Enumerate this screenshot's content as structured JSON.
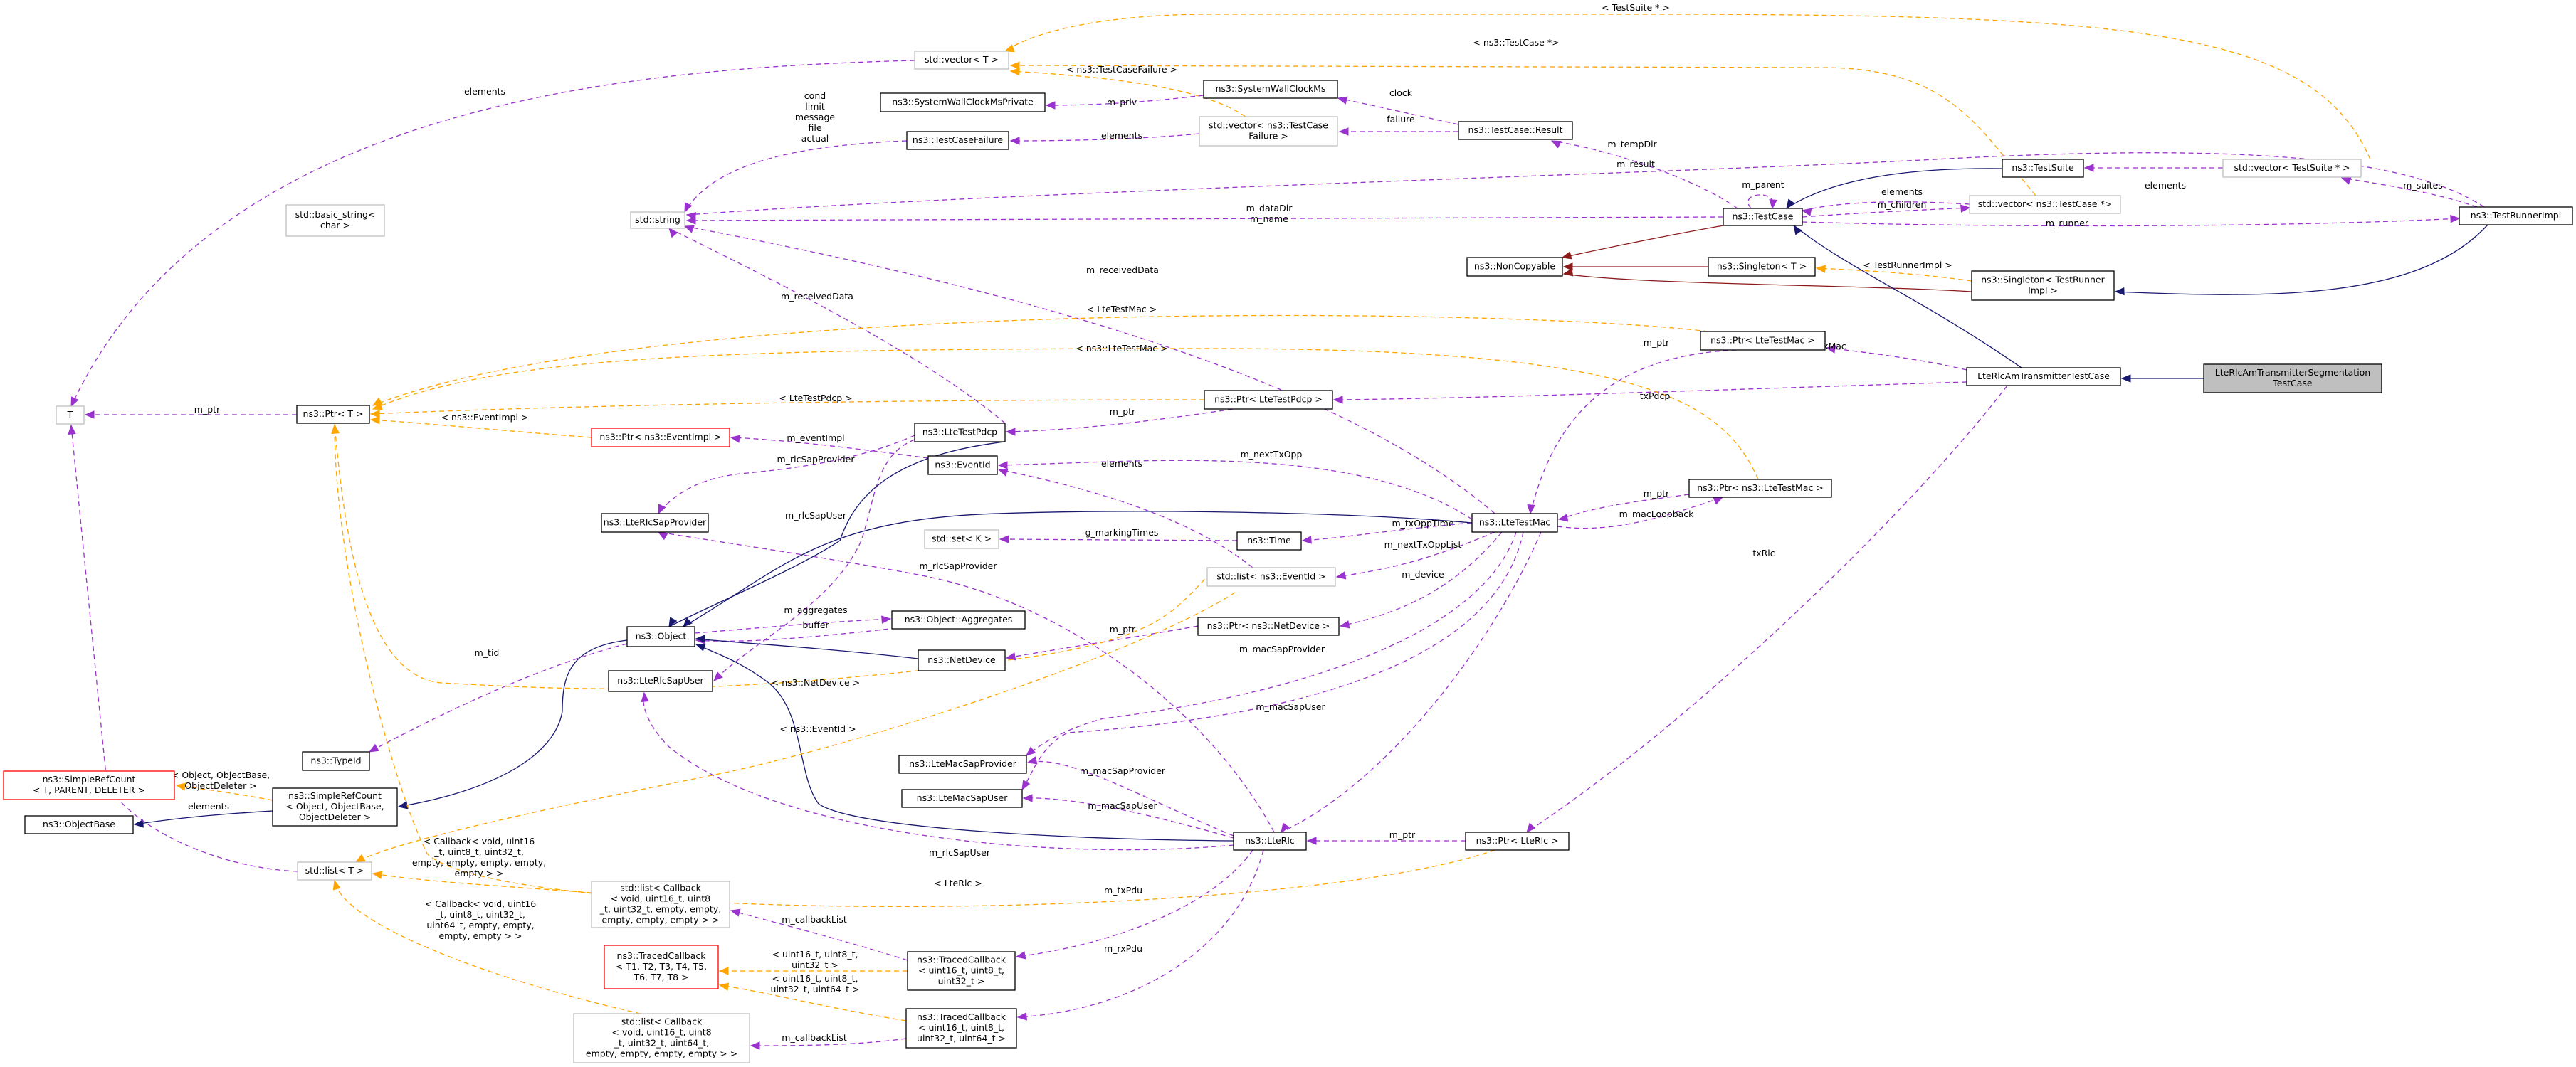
{
  "diagram": {
    "title": "Collaboration diagram for LteRlcAmTransmitterSegmentationTestCase",
    "colors": {
      "usage_edge": "#9a32cd",
      "template_edge": "#ffa500",
      "inheritance_edge": "#191970",
      "private_inheritance_edge": "#8b1a1a",
      "focus_fill": "#bfbfbf",
      "undocumented_border": "#ff0000",
      "external_border": "#bfbfbf"
    },
    "nodes": [
      {
        "id": "vector_T",
        "lines": [
          "std::vector< T >"
        ],
        "style": "grey"
      },
      {
        "id": "basic_string",
        "lines": [
          "std::basic_string<",
          "char >"
        ],
        "style": "grey"
      },
      {
        "id": "std_string",
        "lines": [
          "std::string"
        ],
        "style": "grey"
      },
      {
        "id": "swcm_private",
        "lines": [
          "ns3::SystemWallClockMsPrivate"
        ],
        "style": "normal"
      },
      {
        "id": "testcase_failure",
        "lines": [
          "ns3::TestCaseFailure"
        ],
        "style": "normal"
      },
      {
        "id": "swcm",
        "lines": [
          "ns3::SystemWallClockMs"
        ],
        "style": "normal"
      },
      {
        "id": "vector_tcf",
        "lines": [
          "std::vector< ns3::TestCase",
          "Failure >"
        ],
        "style": "grey"
      },
      {
        "id": "tc_result",
        "lines": [
          "ns3::TestCase::Result"
        ],
        "style": "normal"
      },
      {
        "id": "testsuite",
        "lines": [
          "ns3::TestSuite"
        ],
        "style": "normal"
      },
      {
        "id": "vector_ts",
        "lines": [
          "std::vector< TestSuite * >"
        ],
        "style": "grey"
      },
      {
        "id": "testcase",
        "lines": [
          "ns3::TestCase"
        ],
        "style": "normal"
      },
      {
        "id": "vector_tc",
        "lines": [
          "std::vector< ns3::TestCase *>"
        ],
        "style": "grey"
      },
      {
        "id": "runner_impl",
        "lines": [
          "ns3::TestRunnerImpl"
        ],
        "style": "normal"
      },
      {
        "id": "noncopyable",
        "lines": [
          "ns3::NonCopyable"
        ],
        "style": "normal"
      },
      {
        "id": "singleton_T",
        "lines": [
          "ns3::Singleton< T >"
        ],
        "style": "normal"
      },
      {
        "id": "singleton_tri",
        "lines": [
          "ns3::Singleton< TestRunner",
          "Impl >"
        ],
        "style": "normal"
      },
      {
        "id": "ptr_ltetestmac",
        "lines": [
          "ns3::Ptr< LteTestMac >"
        ],
        "style": "normal"
      },
      {
        "id": "am_tx_testcase",
        "lines": [
          "LteRlcAmTransmitterTestCase"
        ],
        "style": "normal"
      },
      {
        "id": "focus",
        "lines": [
          "LteRlcAmTransmitterSegmentation",
          "TestCase"
        ],
        "style": "focus"
      },
      {
        "id": "T",
        "lines": [
          "T"
        ],
        "style": "grey"
      },
      {
        "id": "ptr_T",
        "lines": [
          "ns3::Ptr< T >"
        ],
        "style": "normal"
      },
      {
        "id": "ptr_eventimpl",
        "lines": [
          "ns3::Ptr< ns3::EventImpl >"
        ],
        "style": "red"
      },
      {
        "id": "ptr_ltetestpdcp",
        "lines": [
          "ns3::Ptr< LteTestPdcp >"
        ],
        "style": "normal"
      },
      {
        "id": "ltetestpdcp",
        "lines": [
          "ns3::LteTestPdcp"
        ],
        "style": "normal"
      },
      {
        "id": "eventid",
        "lines": [
          "ns3::EventId"
        ],
        "style": "normal"
      },
      {
        "id": "rlcsapprovider",
        "lines": [
          "ns3::LteRlcSapProvider"
        ],
        "style": "normal"
      },
      {
        "id": "set_K",
        "lines": [
          "std::set< K >"
        ],
        "style": "grey"
      },
      {
        "id": "time",
        "lines": [
          "ns3::Time"
        ],
        "style": "normal"
      },
      {
        "id": "ltetestmac",
        "lines": [
          "ns3::LteTestMac"
        ],
        "style": "normal"
      },
      {
        "id": "ptr_ns3_ltetestmac",
        "lines": [
          "ns3::Ptr< ns3::LteTestMac >"
        ],
        "style": "normal"
      },
      {
        "id": "list_eventid",
        "lines": [
          "std::list< ns3::EventId >"
        ],
        "style": "grey"
      },
      {
        "id": "object",
        "lines": [
          "ns3::Object"
        ],
        "style": "normal"
      },
      {
        "id": "aggregates",
        "lines": [
          "ns3::Object::Aggregates"
        ],
        "style": "normal"
      },
      {
        "id": "netdevice",
        "lines": [
          "ns3::NetDevice"
        ],
        "style": "normal"
      },
      {
        "id": "ptr_netdevice",
        "lines": [
          "ns3::Ptr< ns3::NetDevice >"
        ],
        "style": "normal"
      },
      {
        "id": "rlcsapuser",
        "lines": [
          "ns3::LteRlcSapUser"
        ],
        "style": "normal"
      },
      {
        "id": "typeid",
        "lines": [
          "ns3::TypeId"
        ],
        "style": "normal"
      },
      {
        "id": "src_generic",
        "lines": [
          "ns3::SimpleRefCount",
          "< T, PARENT, DELETER >"
        ],
        "style": "red"
      },
      {
        "id": "src_object",
        "lines": [
          "ns3::SimpleRefCount",
          "< Object, ObjectBase,",
          "ObjectDeleter >"
        ],
        "style": "normal"
      },
      {
        "id": "objectbase",
        "lines": [
          "ns3::ObjectBase"
        ],
        "style": "normal"
      },
      {
        "id": "macsapprovider",
        "lines": [
          "ns3::LteMacSapProvider"
        ],
        "style": "normal"
      },
      {
        "id": "macsapuser",
        "lines": [
          "ns3::LteMacSapUser"
        ],
        "style": "normal"
      },
      {
        "id": "lterlc",
        "lines": [
          "ns3::LteRlc"
        ],
        "style": "normal"
      },
      {
        "id": "ptr_lterlc",
        "lines": [
          "ns3::Ptr< LteRlc >"
        ],
        "style": "normal"
      },
      {
        "id": "list_T",
        "lines": [
          "std::list< T >"
        ],
        "style": "grey"
      },
      {
        "id": "list_cb32",
        "lines": [
          "std::list< Callback",
          "< void, uint16_t, uint8",
          "_t, uint32_t, empty, empty,",
          "empty, empty, empty > >"
        ],
        "style": "grey"
      },
      {
        "id": "traced_generic",
        "lines": [
          "ns3::TracedCallback",
          "< T1, T2, T3, T4, T5,",
          "T6, T7, T8 >"
        ],
        "style": "red"
      },
      {
        "id": "traced_32",
        "lines": [
          "ns3::TracedCallback",
          "< uint16_t, uint8_t,",
          "uint32_t >"
        ],
        "style": "normal"
      },
      {
        "id": "traced_64",
        "lines": [
          "ns3::TracedCallback",
          "< uint16_t, uint8_t,",
          "uint32_t, uint64_t >"
        ],
        "style": "normal"
      },
      {
        "id": "list_cb64",
        "lines": [
          "std::list< Callback",
          "< void, uint16_t, uint8",
          "_t, uint32_t, uint64_t,",
          "empty, empty, empty, empty > >"
        ],
        "style": "grey"
      }
    ],
    "edge_labels": [
      {
        "id": "l_elements_vecT",
        "lines": [
          "elements"
        ]
      },
      {
        "id": "l_testsuite_tpl",
        "lines": [
          "< TestSuite * >"
        ]
      },
      {
        "id": "l_testcase_tpl",
        "lines": [
          "< ns3::TestCase *>"
        ]
      },
      {
        "id": "l_tcf_tpl",
        "lines": [
          "< ns3::TestCaseFailure >"
        ]
      },
      {
        "id": "l_tcf_fields",
        "lines": [
          "cond",
          "limit",
          "message",
          "file",
          "actual"
        ]
      },
      {
        "id": "l_mpriv",
        "lines": [
          "m_priv"
        ]
      },
      {
        "id": "l_elements_tcf",
        "lines": [
          "elements"
        ]
      },
      {
        "id": "l_clock",
        "lines": [
          "clock"
        ]
      },
      {
        "id": "l_failure",
        "lines": [
          "failure"
        ]
      },
      {
        "id": "l_tempdir",
        "lines": [
          "m_tempDir"
        ]
      },
      {
        "id": "l_result",
        "lines": [
          "m_result"
        ]
      },
      {
        "id": "l_datadir",
        "lines": [
          "m_dataDir",
          "m_name"
        ]
      },
      {
        "id": "l_parent",
        "lines": [
          "m_parent"
        ]
      },
      {
        "id": "l_elements_tc",
        "lines": [
          "elements"
        ]
      },
      {
        "id": "l_children",
        "lines": [
          "m_children"
        ]
      },
      {
        "id": "l_runner",
        "lines": [
          "m_runner"
        ]
      },
      {
        "id": "l_elements_ts",
        "lines": [
          "elements"
        ]
      },
      {
        "id": "l_suites",
        "lines": [
          "m_suites"
        ]
      },
      {
        "id": "l_tri_tpl",
        "lines": [
          "< TestRunnerImpl >"
        ]
      },
      {
        "id": "l_receiveddata1",
        "lines": [
          "m_receivedData"
        ]
      },
      {
        "id": "l_receiveddata2",
        "lines": [
          "m_receivedData"
        ]
      },
      {
        "id": "l_ltetestmac_tpl",
        "lines": [
          "< LteTestMac >"
        ]
      },
      {
        "id": "l_ns3ltetestmac_tpl",
        "lines": [
          "< ns3::LteTestMac >"
        ]
      },
      {
        "id": "l_ltetestpdcp_tpl",
        "lines": [
          "< LteTestPdcp >"
        ]
      },
      {
        "id": "l_eventimpl_tpl",
        "lines": [
          "< ns3::EventImpl >"
        ]
      },
      {
        "id": "l_mptr_T",
        "lines": [
          "m_ptr"
        ]
      },
      {
        "id": "l_mptr_pdcp",
        "lines": [
          "m_ptr"
        ]
      },
      {
        "id": "l_mptr_mac1",
        "lines": [
          "m_ptr"
        ]
      },
      {
        "id": "l_txmac",
        "lines": [
          "txMac"
        ]
      },
      {
        "id": "l_txpdcp",
        "lines": [
          "txPdcp"
        ]
      },
      {
        "id": "l_eventimpl",
        "lines": [
          "m_eventImpl"
        ]
      },
      {
        "id": "l_rlcsapprovider1",
        "lines": [
          "m_rlcSapProvider"
        ]
      },
      {
        "id": "l_nexttxopp",
        "lines": [
          "m_nextTxOpp"
        ]
      },
      {
        "id": "l_elements_evt",
        "lines": [
          "elements"
        ]
      },
      {
        "id": "l_rlcsapuser1",
        "lines": [
          "m_rlcSapUser"
        ]
      },
      {
        "id": "l_markingtimes",
        "lines": [
          "g_markingTimes"
        ]
      },
      {
        "id": "l_txopptime",
        "lines": [
          "m_txOppTime"
        ]
      },
      {
        "id": "l_mptr_mac2",
        "lines": [
          "m_ptr"
        ]
      },
      {
        "id": "l_macloopback",
        "lines": [
          "m_macLoopback"
        ]
      },
      {
        "id": "l_nexttxopplist",
        "lines": [
          "m_nextTxOppList"
        ]
      },
      {
        "id": "l_device",
        "lines": [
          "m_device"
        ]
      },
      {
        "id": "l_rlcsapprovider2",
        "lines": [
          "m_rlcSapProvider"
        ]
      },
      {
        "id": "l_aggregates",
        "lines": [
          "m_aggregates"
        ]
      },
      {
        "id": "l_buffer",
        "lines": [
          "buffer"
        ]
      },
      {
        "id": "l_mptr_nd",
        "lines": [
          "m_ptr"
        ]
      },
      {
        "id": "l_macsapprovider1",
        "lines": [
          "m_macSapProvider"
        ]
      },
      {
        "id": "l_txrlc",
        "lines": [
          "txRlc"
        ]
      },
      {
        "id": "l_netdevice_tpl",
        "lines": [
          "< ns3::NetDevice >"
        ]
      },
      {
        "id": "l_tid",
        "lines": [
          "m_tid"
        ]
      },
      {
        "id": "l_macsapuser1",
        "lines": [
          "m_macSapUser"
        ]
      },
      {
        "id": "l_eventid_tpl",
        "lines": [
          "< ns3::EventId >"
        ]
      },
      {
        "id": "l_macsapprovider2",
        "lines": [
          "m_macSapProvider"
        ]
      },
      {
        "id": "l_src_tpl",
        "lines": [
          "< Object, ObjectBase,",
          "ObjectDeleter >"
        ]
      },
      {
        "id": "l_elements_list",
        "lines": [
          "elements"
        ]
      },
      {
        "id": "l_macsapuser2",
        "lines": [
          "m_macSapUser"
        ]
      },
      {
        "id": "l_mptr_rlc",
        "lines": [
          "m_ptr"
        ]
      },
      {
        "id": "l_cb32_tpl",
        "lines": [
          "< Callback< void, uint16",
          "_t, uint8_t, uint32_t,",
          "empty, empty, empty, empty,",
          "empty > >"
        ]
      },
      {
        "id": "l_rlcsapuser2",
        "lines": [
          "m_rlcSapUser"
        ]
      },
      {
        "id": "l_lterlc_tpl",
        "lines": [
          "< LteRlc >"
        ]
      },
      {
        "id": "l_txpdu",
        "lines": [
          "m_txPdu"
        ]
      },
      {
        "id": "l_cb64_tpl",
        "lines": [
          "< Callback< void, uint16",
          "_t, uint8_t, uint32_t,",
          "uint64_t, empty, empty,",
          "empty, empty > >"
        ]
      },
      {
        "id": "l_callbacklist1",
        "lines": [
          "m_callbackList"
        ]
      },
      {
        "id": "l_traced32_tpl",
        "lines": [
          "< uint16_t, uint8_t,",
          "uint32_t >"
        ]
      },
      {
        "id": "l_traced64_tpl",
        "lines": [
          "< uint16_t, uint8_t,",
          "uint32_t, uint64_t >"
        ]
      },
      {
        "id": "l_rxpdu",
        "lines": [
          "m_rxPdu"
        ]
      },
      {
        "id": "l_callbacklist2",
        "lines": [
          "m_callbackList"
        ]
      }
    ]
  }
}
